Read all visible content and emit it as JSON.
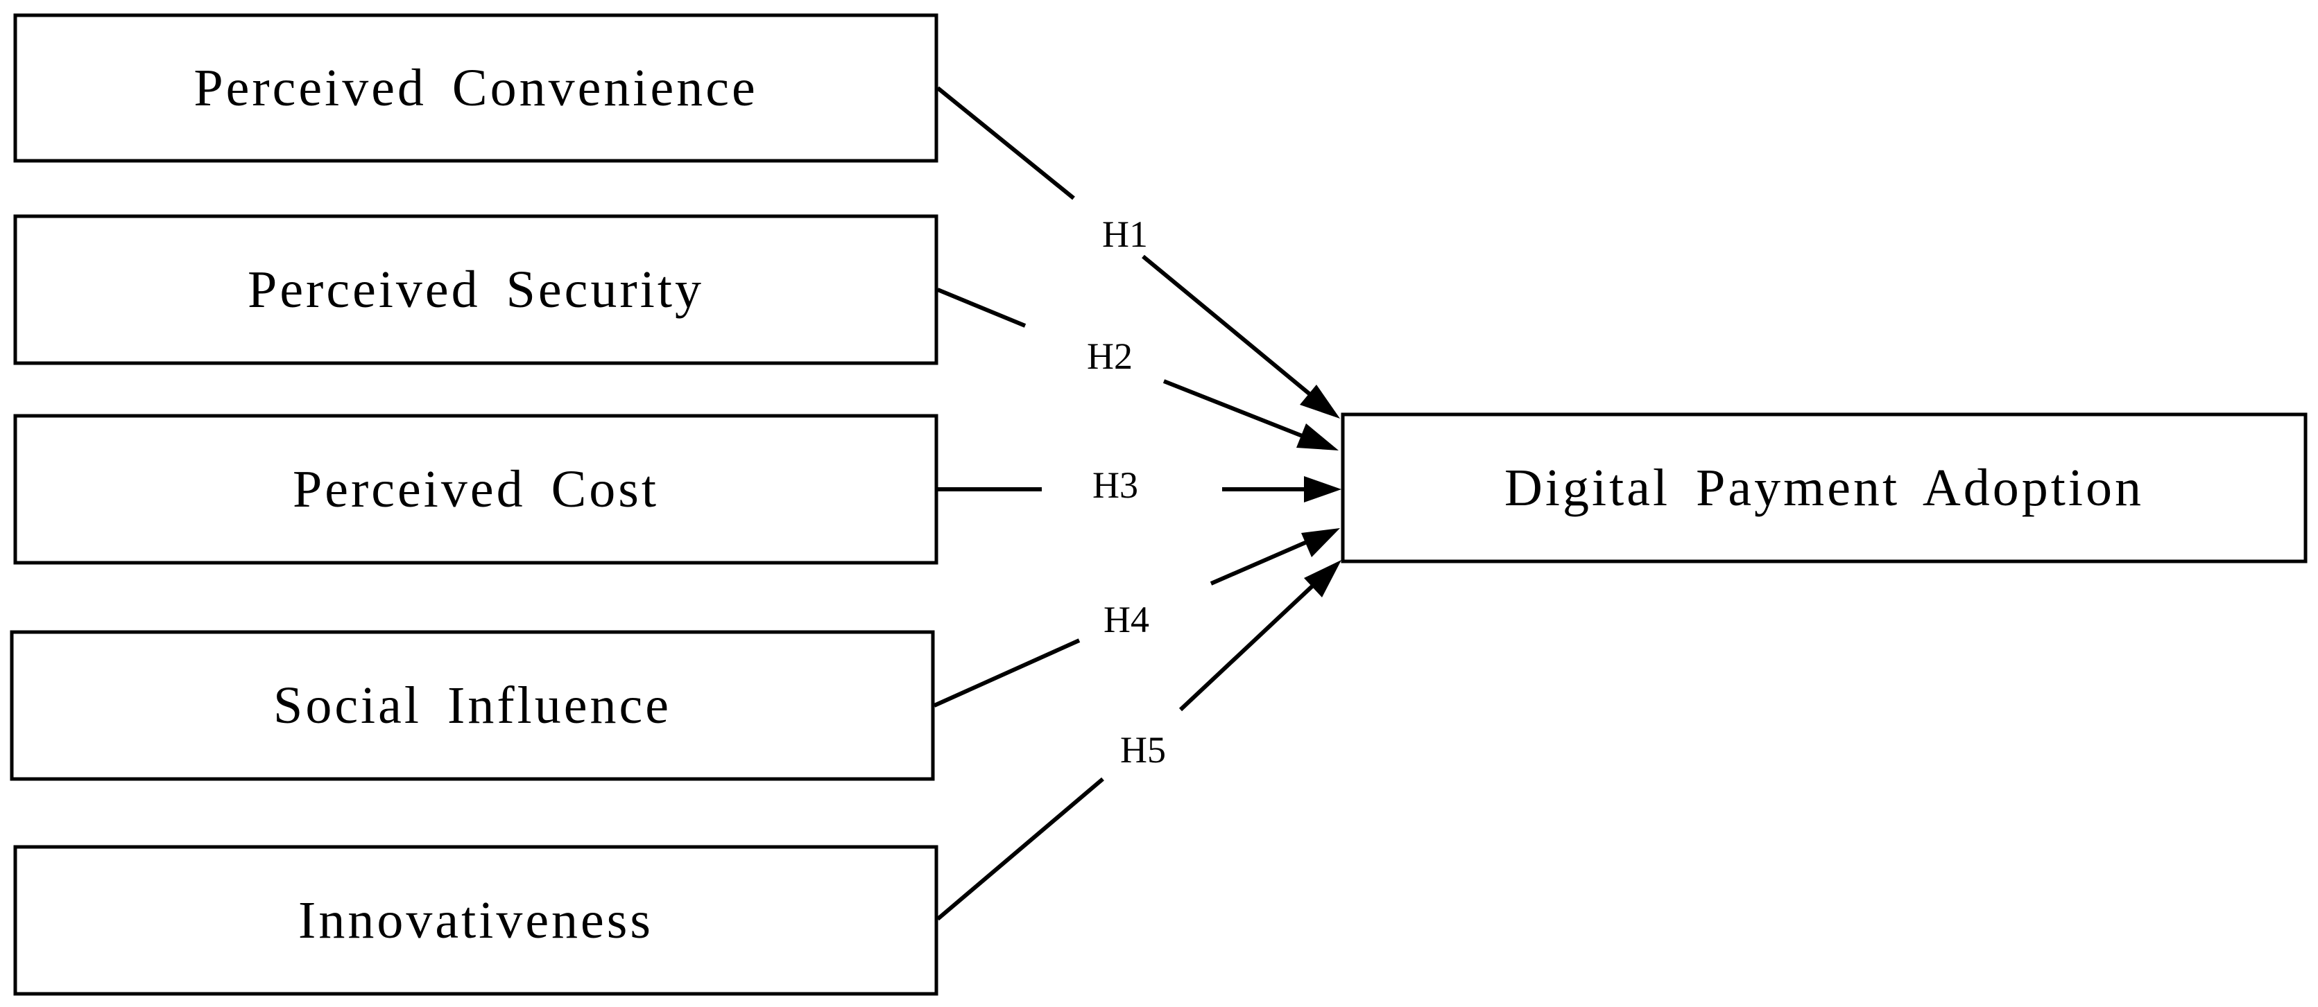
{
  "constructs": {
    "convenience": "Perceived  Convenience",
    "security": "Perceived  Security",
    "cost": "Perceived  Cost",
    "social": "Social  Influence",
    "innovativeness": "Innovativeness"
  },
  "outcome": "Digital  Payment  Adoption",
  "hypotheses": {
    "h1": "H1",
    "h2": "H2",
    "h3": "H3",
    "h4": "H4",
    "h5": "H5"
  }
}
